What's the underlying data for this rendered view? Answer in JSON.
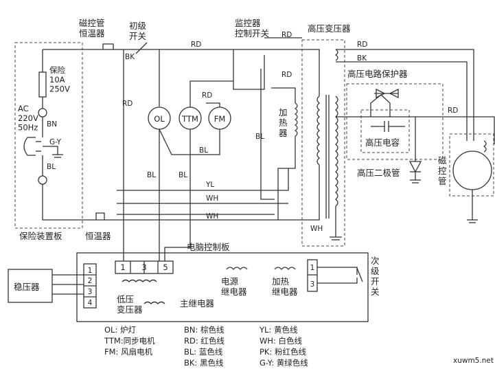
{
  "labels": {
    "magnetron_thermostat": "磁控管\n恒温器",
    "primary_switch": "初级\n开关",
    "monitor_switch": "监控器\n控制开关",
    "hv_transformer": "高压变压器",
    "hv_protector": "高压电路保护器",
    "hv_capacitor": "高压电容",
    "hv_diode": "高压二极管",
    "magnetron": "磁\n控\n管",
    "heater": "加\n热\n器",
    "fuse": "保险\n10A\n250V",
    "ac": "AC\n220V\n50Hz",
    "protection_board": "保险装置板",
    "thermostat": "恒温器",
    "control_board": "电脑控制板",
    "regulator": "稳压器",
    "lv_transformer": "低压\n变压器",
    "main_relay": "主继电器",
    "power_relay": "电源\n继电器",
    "heat_relay": "加热\n继电器",
    "secondary_switch": "次\n级\n开\n关",
    "watermark": "xuwm5.net"
  },
  "motors": {
    "ol": "OL",
    "ttm": "TTM",
    "fm": "FM"
  },
  "terminals": {
    "board": [
      "1",
      "3",
      "5"
    ],
    "regulator": [
      "1",
      "2",
      "3",
      "4"
    ],
    "switch": [
      "1",
      "3"
    ]
  },
  "wire_marks": {
    "rd": "RD",
    "bk": "BK",
    "bl": "BL",
    "yl": "YL",
    "wh": "WH",
    "bn": "BN",
    "gy": "G-Y"
  },
  "legend": {
    "col1": [
      "OL: 炉灯",
      "TTM:同步电机",
      "FM: 风扇电机"
    ],
    "col2": [
      "BN: 棕色线",
      "RD: 红色线",
      "BL: 蓝色线",
      "BK: 黑色线"
    ],
    "col3": [
      "YL: 黄色线",
      "WH: 白色线",
      "PK: 粉红色线",
      "G-Y: 黄绿色线"
    ]
  }
}
